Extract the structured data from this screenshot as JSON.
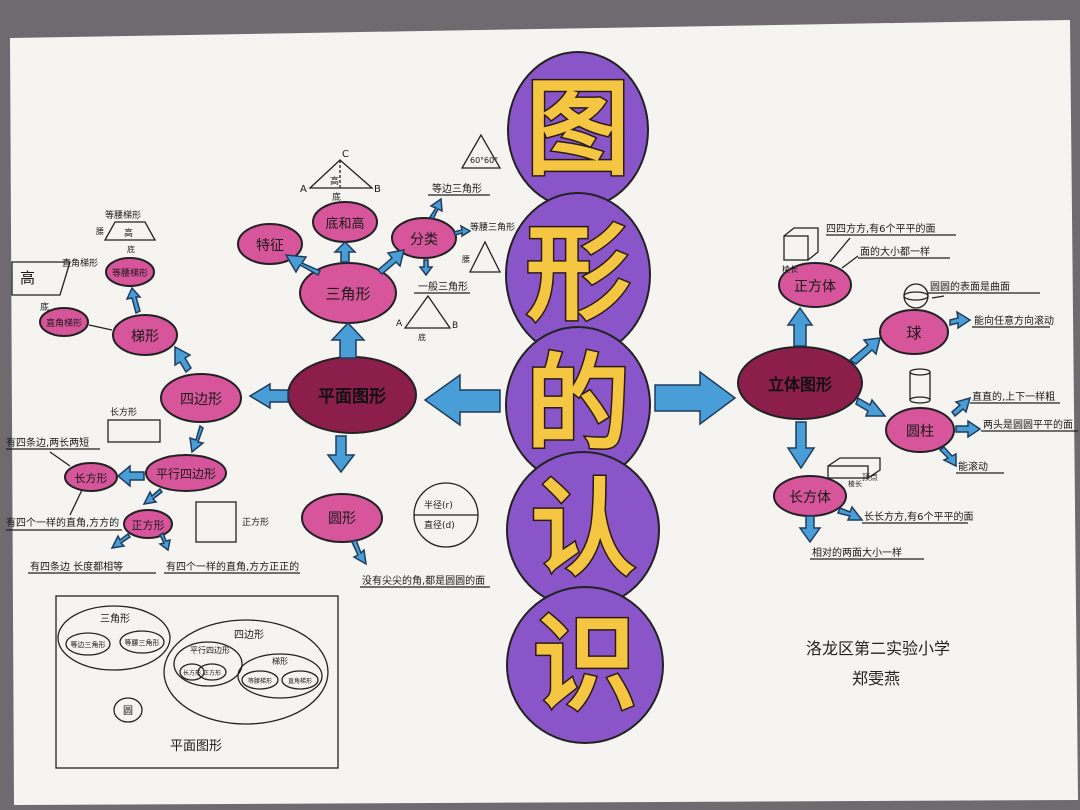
{
  "title_chars": [
    "图",
    "形",
    "的",
    "认",
    "识"
  ],
  "colors": {
    "circle_purple": "#8a55c8",
    "node_pink": "#d6559b",
    "node_dark": "#8c1e4c",
    "arrow_blue": "#4a9ed8",
    "title_gold": "#f4c642",
    "paper": "#f5f4f1"
  },
  "plane": {
    "root": "平面图形",
    "quad": "四边形",
    "triangle": "三角形",
    "circle": "圆形",
    "features": "特征",
    "base_height": "底和高",
    "classify": "分类",
    "equilateral": "等边三角形",
    "isosceles": "等腰三角形",
    "general": "一般三角形",
    "trapezoid": "梯形",
    "iso_trap": "等腰梯形",
    "right_trap": "直角梯形",
    "parallelogram": "平行四边形",
    "rectangle": "长方形",
    "square": "正方形",
    "rect_desc": "有四条边,两长两短",
    "rect_desc2": "有四个一样的直角,方方的",
    "square_desc": "有四条边 长度都相等",
    "square_desc2": "有四个一样的直角,方方正正的",
    "circle_desc": "没有尖尖的角,都是圆圆的面",
    "radius": "半径(r)",
    "diameter": "直径(d)",
    "high": "高",
    "base": "底",
    "waist": "腰",
    "deg60": "60°",
    "trap_base": "底",
    "tri_A": "A",
    "tri_B": "B",
    "tri_C": "C"
  },
  "solid": {
    "root": "立体图形",
    "cube": "正方体",
    "sphere": "球",
    "cylinder": "圆柱",
    "cuboid": "长方体",
    "cube_desc1": "四四方方,有6个平平的面",
    "cube_desc2": "面的大小都一样",
    "sphere_desc1": "圆圆的表面是曲面",
    "sphere_desc2": "能向任意方向滚动",
    "cyl_desc1": "直直的,上下一样粗",
    "cyl_desc2": "两头是圆圆平平的面",
    "cyl_desc3": "能滚动",
    "cuboid_desc1": "长长方方,有6个平平的面",
    "cuboid_desc2": "相对的两面大小一样",
    "edge": "棱长",
    "vertex": "顶点"
  },
  "box": {
    "title": "平面图形",
    "triangle": "三角形",
    "equilateral": "等边三角形",
    "isosceles": "等腰三角形",
    "quad": "四边形",
    "parallelogram": "平行四边形",
    "rectangle": "长方形",
    "square": "正方形",
    "trapezoid": "梯形",
    "iso_trap": "等腰梯形",
    "right_trap": "直角梯形",
    "circle": "圆"
  },
  "signature": {
    "school": "洛龙区第二实验小学",
    "name": "郑雯燕"
  }
}
